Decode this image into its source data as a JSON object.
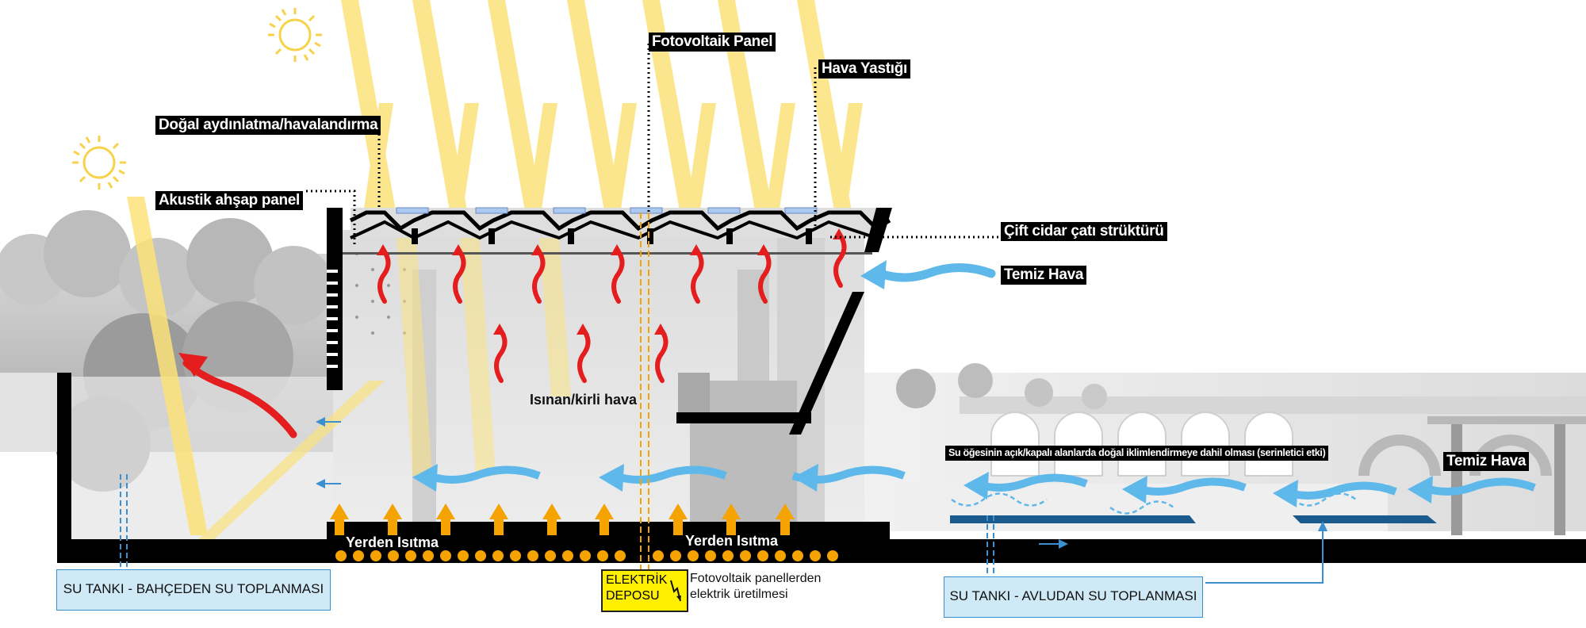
{
  "labels": {
    "dogal_aydinlatma": "Doğal aydınlatma/havalandırma",
    "akustik_panel": "Akustik ahşap panel",
    "fotovoltaik_panel": "Fotovoltaik Panel",
    "hava_yastigi": "Hava Yastığı",
    "cift_cidar": "Çift cidar çatı strüktürü",
    "temiz_hava_1": "Temiz Hava",
    "temiz_hava_2": "Temiz Hava",
    "isinan_hava": "Isınan/kirli hava",
    "su_ogesi": "Su öğesinin açık/kapalı alanlarda doğal iklimlendirmeye dahil olması (serinletici etki)",
    "yerden_isitma_1": "Yerden Isıtma",
    "yerden_isitma_2": "Yerden Isıtma",
    "tank_bahce": "SU TANKI - BAHÇEDEN SU TOPLANMASI",
    "tank_avlu": "SU TANKI - AVLUDAN SU TOPLANMASI",
    "elektrik_line1": "ELEKTRİK",
    "elektrik_line2": "DEPOSU",
    "pv_note_line1": "Fotovoltaik panellerden",
    "pv_note_line2": "elektrik üretilmesi"
  },
  "colors": {
    "sun": "#f7d24a",
    "sunbeam": "#fbe27a",
    "warm_air": "#e41e1e",
    "fresh_air": "#5fb8ea",
    "heating": "#f5a300",
    "water": "#1a5a8c",
    "structure": "#000000",
    "electric": "#ffef00"
  },
  "icons": [
    "sun-icon",
    "lightning-icon"
  ]
}
